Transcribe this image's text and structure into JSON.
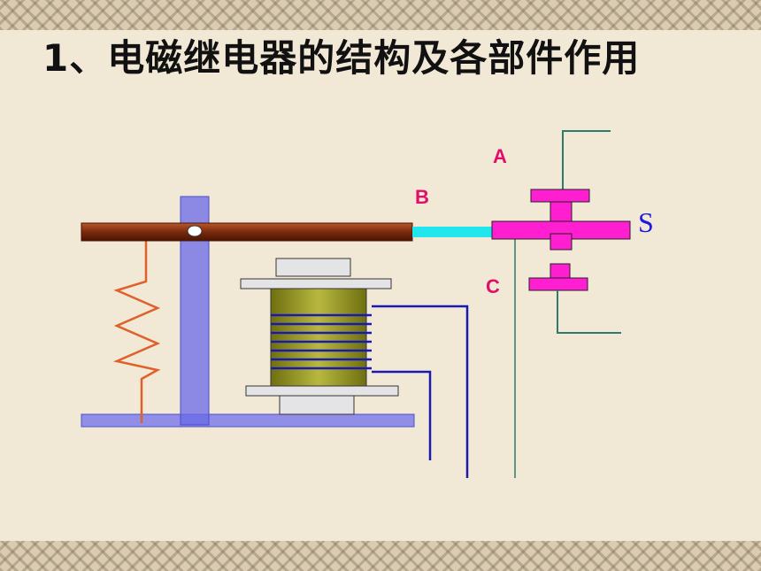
{
  "title": "1、电磁继电器的结构及各部件作用",
  "labels": {
    "a": "A",
    "b": "B",
    "c": "C",
    "s": "S"
  },
  "colors": {
    "armature": "#7a2a0c",
    "frame": "#7070ee",
    "coil": "#8b8b1a",
    "winding": "#1a1ab0",
    "contact": "#ff1fd0",
    "link": "#22e6ee",
    "terminal": "#2f7a6a",
    "spring": "#e0602a",
    "label": "#e0106a",
    "s_label": "#1a1ae0"
  }
}
